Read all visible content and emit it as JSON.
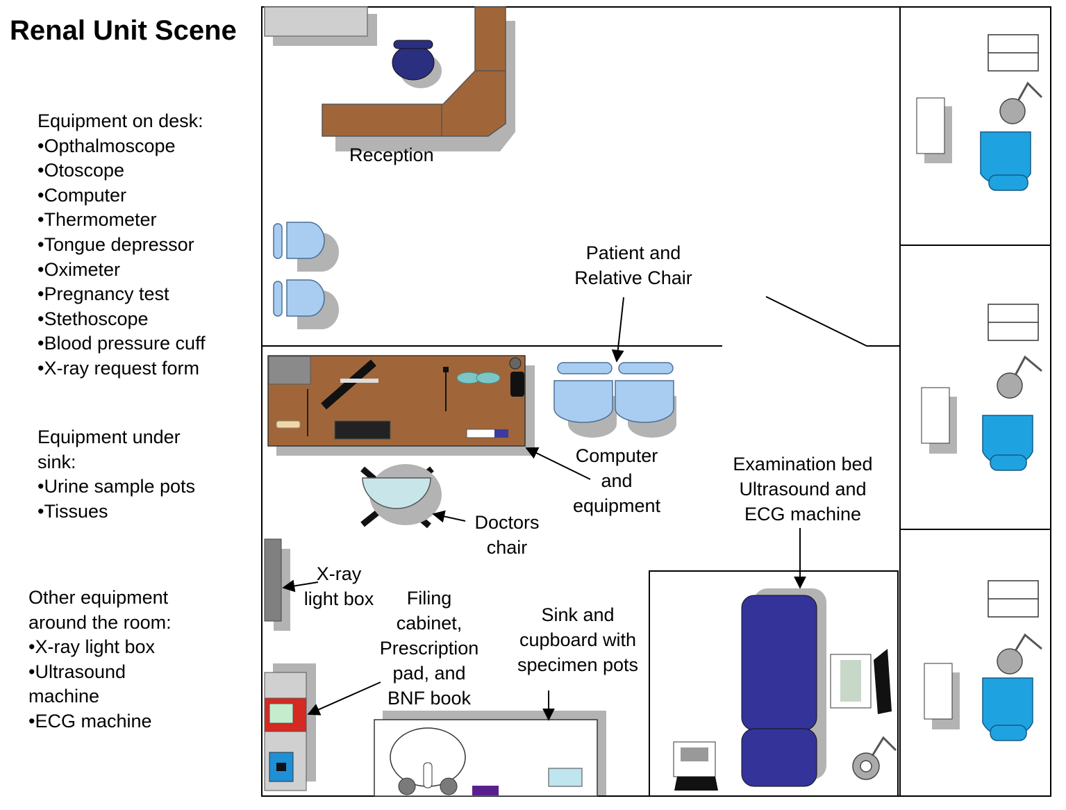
{
  "title": "Renal Unit Scene",
  "lists": {
    "desk": {
      "heading": "Equipment on desk:",
      "items": [
        "•Opthalmoscope",
        "•Otoscope",
        "•Computer",
        "•Thermometer",
        "•Tongue depressor",
        "•Oximeter",
        "•Pregnancy test",
        "•Stethoscope",
        "•Blood pressure cuff",
        "•X-ray request form"
      ]
    },
    "sink": {
      "heading": [
        "Equipment under",
        "sink:"
      ],
      "items": [
        "•Urine sample pots",
        "•Tissues"
      ]
    },
    "other": {
      "heading": [
        "Other equipment",
        "around the room:"
      ],
      "items": [
        "•X-ray light box",
        "•Ultrasound",
        "machine",
        "•ECG machine"
      ]
    }
  },
  "labels": {
    "reception": "Reception",
    "patient_chair": [
      "Patient and",
      "Relative Chair"
    ],
    "computer": [
      "Computer",
      "and",
      "equipment"
    ],
    "doctors_chair": [
      "Doctors",
      "chair"
    ],
    "xray_box": [
      "X-ray",
      "light box"
    ],
    "filing": [
      "Filing",
      "cabinet,",
      "Prescription",
      "pad, and",
      "BNF book"
    ],
    "sink": [
      "Sink and",
      "cupboard with",
      "specimen pots"
    ],
    "exam_bed": [
      "Examination bed",
      "Ultrasound and",
      "ECG machine"
    ]
  },
  "colors": {
    "desk_brown": "#a0663a",
    "chair_light_blue": "#a9cdf0",
    "chair_bright_blue": "#1fa3e0",
    "bed_navy": "#33339a",
    "filing_red": "#d42a22",
    "shadow_grey": "#b3b3b3"
  }
}
